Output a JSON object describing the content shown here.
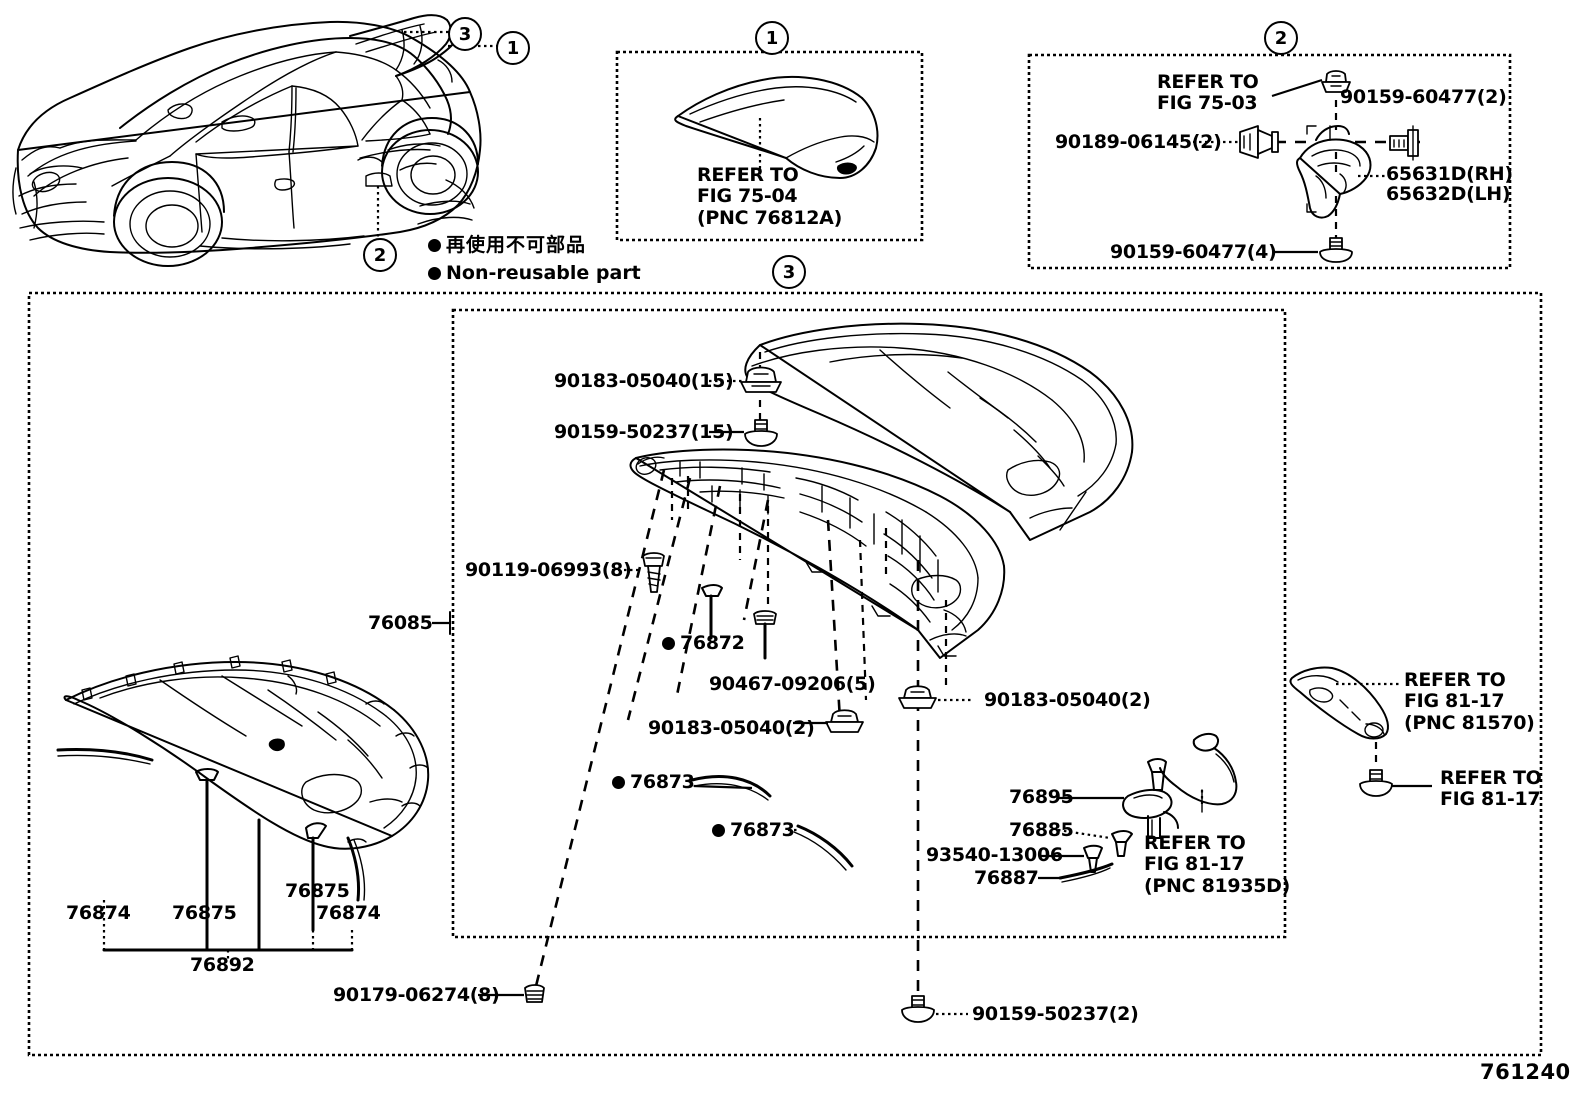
{
  "figure": {
    "id": "761240",
    "legend": {
      "japanese": "再使用不可部品",
      "english": "Non-reusable part"
    }
  },
  "callouts": {
    "car_3": "3",
    "car_1": "1",
    "car_2": "2",
    "box1": "1",
    "box2": "2",
    "box3": "3"
  },
  "box1": {
    "note": "REFER TO\nFIG 75-04\n(PNC 76812A)"
  },
  "box2": {
    "refer_fig7503": "REFER TO\nFIG 75-03",
    "bolt_top_right": "90159-60477(2)",
    "clip_left": "90189-06145(2)",
    "bracket_rh": "65631D(RH)",
    "bracket_lh": "65632D(LH)",
    "bolt_bottom": "90159-60477(4)"
  },
  "box3": {
    "nut_15": "90183-05040(15)",
    "bolt_15": "90159-50237(15)",
    "screw_8": "90119-06993(8)",
    "clip_76872": "76873",
    "part_76872": "76872",
    "clip_09206": "90467-09206(5)",
    "nut_2_left": "90183-05040(2)",
    "nut_2_right": "90183-05040(2)",
    "seal_a": "76873",
    "seal_b": "76873",
    "lamp_76895": "76895",
    "part_76885": "76885",
    "screw_93540": "93540-13006",
    "part_76887": "76887",
    "refer_8117_pnc": "REFER TO\nFIG 81-17\n(PNC 81935D)",
    "refer_8117_81570": "REFER TO\nFIG 81-17\n(PNC 81570)",
    "refer_8117": "REFER TO\nFIG 81-17"
  },
  "outer": {
    "assy_76085": "76085",
    "part_76874_left": "76874",
    "part_76875_left": "76875",
    "part_76875_right": "76875",
    "part_76874_right": "76874",
    "part_76892": "76892",
    "clip_90179": "90179-06274(8)",
    "bolt_90159": "90159-50237(2)"
  },
  "colors": {
    "line": "#000000",
    "background": "#ffffff"
  }
}
